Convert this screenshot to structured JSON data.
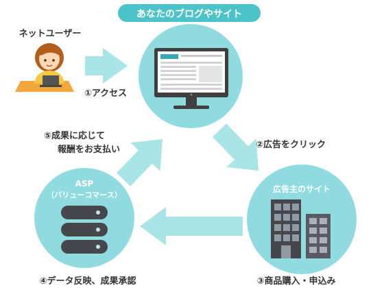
{
  "title": "あなたのブログやサイト",
  "user_label": "ネットユーザー",
  "asp_name": "ASP",
  "asp_sub": "（バリューコマース）",
  "advertiser_label": "広告主のサイト",
  "steps": {
    "s1": "①アクセス",
    "s2": "②広告をクリック",
    "s3": "③商品購入・申込み",
    "s4": "④データ反映、成果承認",
    "s5_line1": "⑤成果に応じて",
    "s5_line2": "報酬をお支払い"
  },
  "colors": {
    "circle": "#8fdbe0",
    "arrow": "#a9e4e6",
    "title_bg": "#4cc3c9",
    "text": "#333333"
  }
}
